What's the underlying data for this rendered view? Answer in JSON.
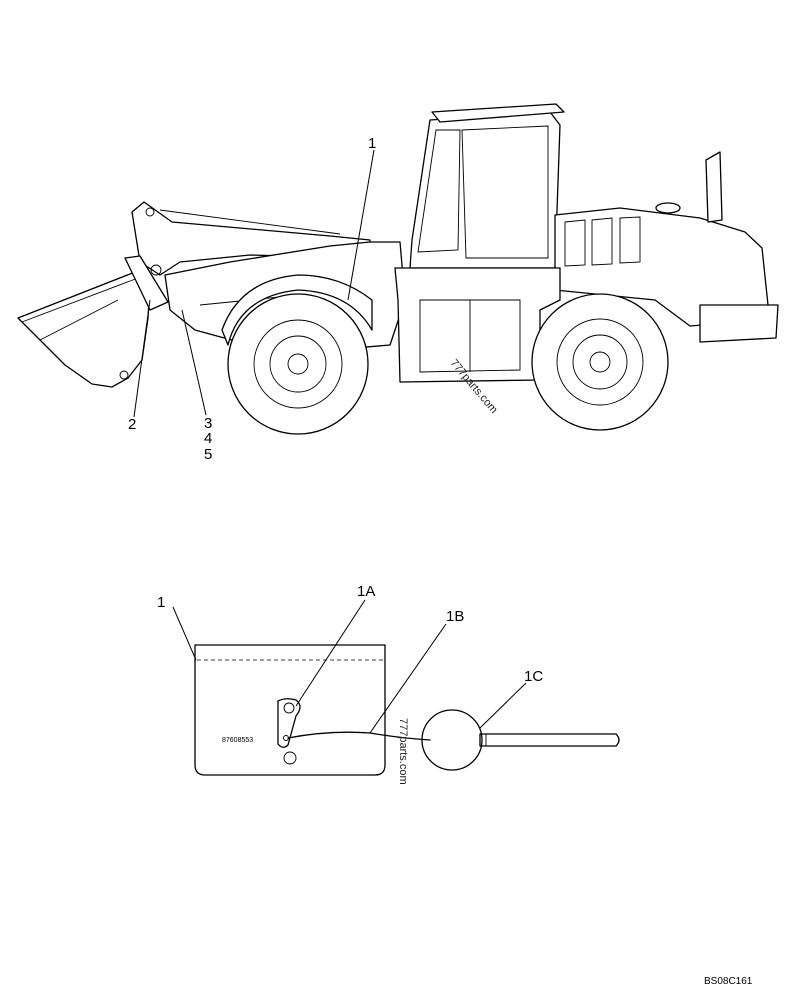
{
  "loader_callouts": {
    "c1": "1",
    "c2": "2",
    "c3": "3",
    "c4": "4",
    "c5": "5"
  },
  "decal_callouts": {
    "c1": "1",
    "c1a": "1A",
    "c1b": "1B",
    "c1c": "1C"
  },
  "decal": {
    "part_number": "87608553"
  },
  "watermarks": {
    "top": "777parts.com",
    "bottom": "777parts.com"
  },
  "figure_reference": "BS08C161"
}
